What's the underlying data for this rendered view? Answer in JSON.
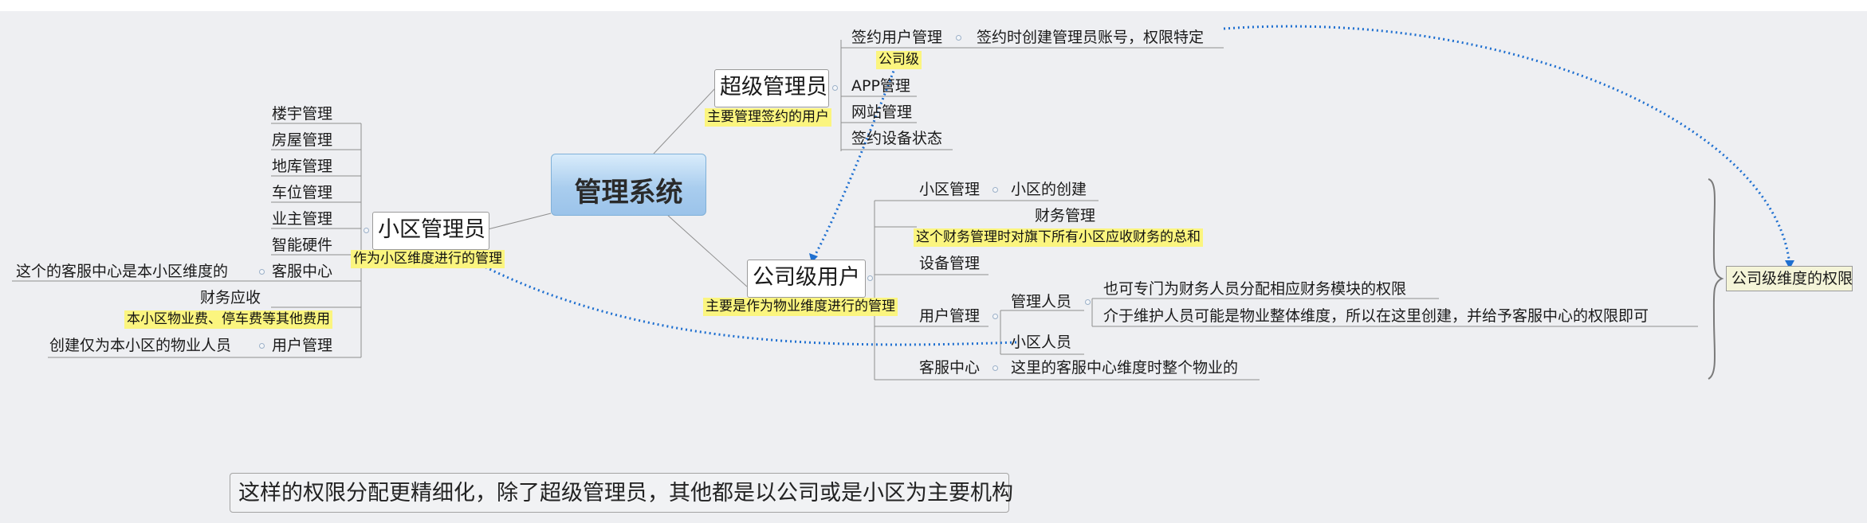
{
  "central": "管理系统",
  "super_admin": {
    "title": "超级管理员",
    "note": "主要管理签约的用户",
    "children": [
      {
        "label": "签约用户管理",
        "detail": "签约时创建管理员账号，权限特定",
        "note": "公司级"
      },
      {
        "label": "APP管理"
      },
      {
        "label": "网站管理"
      },
      {
        "label": "签约设备状态"
      }
    ]
  },
  "company_user": {
    "title": "公司级用户",
    "note": "主要是作为物业维度进行的管理",
    "children": [
      {
        "label": "小区管理",
        "detail": "小区的创建"
      },
      {
        "label": "财务管理",
        "note": "这个财务管理时对旗下所有小区应收财务的总和"
      },
      {
        "label": "设备管理"
      },
      {
        "label": "用户管理",
        "children": [
          {
            "label": "管理人员",
            "details": [
              "也可专门为财务人员分配相应财务模块的权限",
              "介于维护人员可能是物业整体维度，所以在这里创建，并给予客服中心的权限即可"
            ]
          },
          {
            "label": "小区人员"
          }
        ]
      },
      {
        "label": "客服中心",
        "detail": "这里的客服中心维度时整个物业的"
      }
    ]
  },
  "community_admin": {
    "title": "小区管理员",
    "note": "作为小区维度进行的管理",
    "children": [
      {
        "label": "楼宇管理"
      },
      {
        "label": "房屋管理"
      },
      {
        "label": "地库管理"
      },
      {
        "label": "车位管理"
      },
      {
        "label": "业主管理"
      },
      {
        "label": "智能硬件"
      },
      {
        "label": "客服中心",
        "detail": "这个的客服中心是本小区维度的"
      },
      {
        "label": "财务应收",
        "note": "本小区物业费、停车费等其他费用"
      },
      {
        "label": "用户管理",
        "detail": "创建仅为本小区的物业人员"
      }
    ]
  },
  "summary": "公司级维度的权限",
  "comment": "这样的权限分配更精细化，除了超级管理员，其他都是以公司或是小区为主要机构",
  "colors": {
    "background": "#eeeff2",
    "note": "#fbf57f",
    "relation": "#1e6fd0",
    "central": "#a9cdee"
  }
}
